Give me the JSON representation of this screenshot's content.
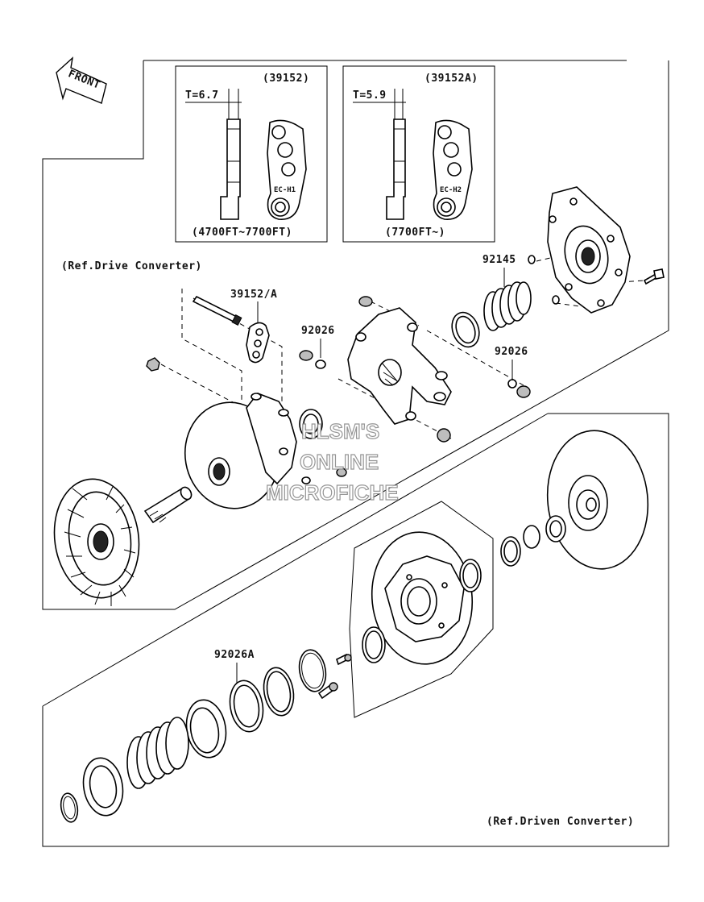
{
  "watermark": {
    "line1": "HLSM'S",
    "line2": "ONLINE",
    "line3": "MICROFICHE"
  },
  "front_arrow": {
    "label": "FRONT"
  },
  "inset_left": {
    "part_no": "(39152)",
    "thickness": "T=6.7",
    "stamp": "EC-H1",
    "altitude": "(4700FT~7700FT)"
  },
  "inset_right": {
    "part_no": "(39152A)",
    "thickness": "T=5.9",
    "stamp": "EC-H2",
    "altitude": "(7700FT~)"
  },
  "ref_drive": "(Ref.Drive Converter)",
  "ref_driven": "(Ref.Driven Converter)",
  "callouts": {
    "weight": "39152/A",
    "spring": "92145",
    "pin_left": "92026",
    "pin_right": "92026",
    "driven_pin": "92026A"
  }
}
